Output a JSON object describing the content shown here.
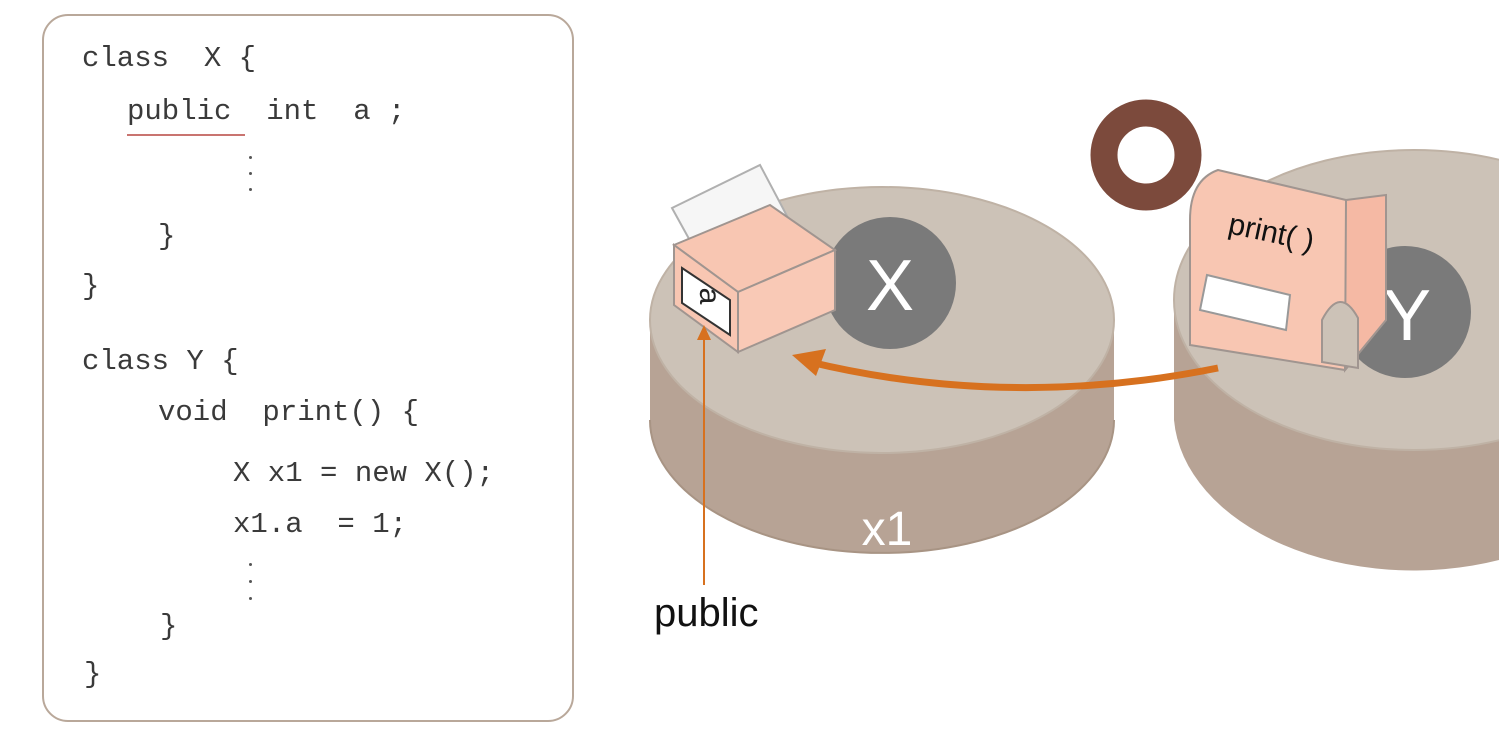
{
  "code": {
    "lines": [
      "class  X {",
      "public  int  a ;",
      "}",
      "}",
      "class Y {",
      "void  print() {",
      "X x1 = new X();",
      "x1.a  = 1;",
      "}",
      "}"
    ]
  },
  "diagram": {
    "object_x_label": "X",
    "object_y_label": "Y",
    "instance_label": "x1",
    "field_label": "a",
    "method_label": "print( )",
    "access_label": "public",
    "result_symbol": "O"
  },
  "colors": {
    "cylinder_top": "#ccc2b7",
    "cylinder_side": "#b7a395",
    "box_fill": "#f8c6b2",
    "circle_fill": "#7a7a7a",
    "arrow": "#d7711f",
    "ring": "#7c4a3c",
    "underline": "#c97470"
  }
}
